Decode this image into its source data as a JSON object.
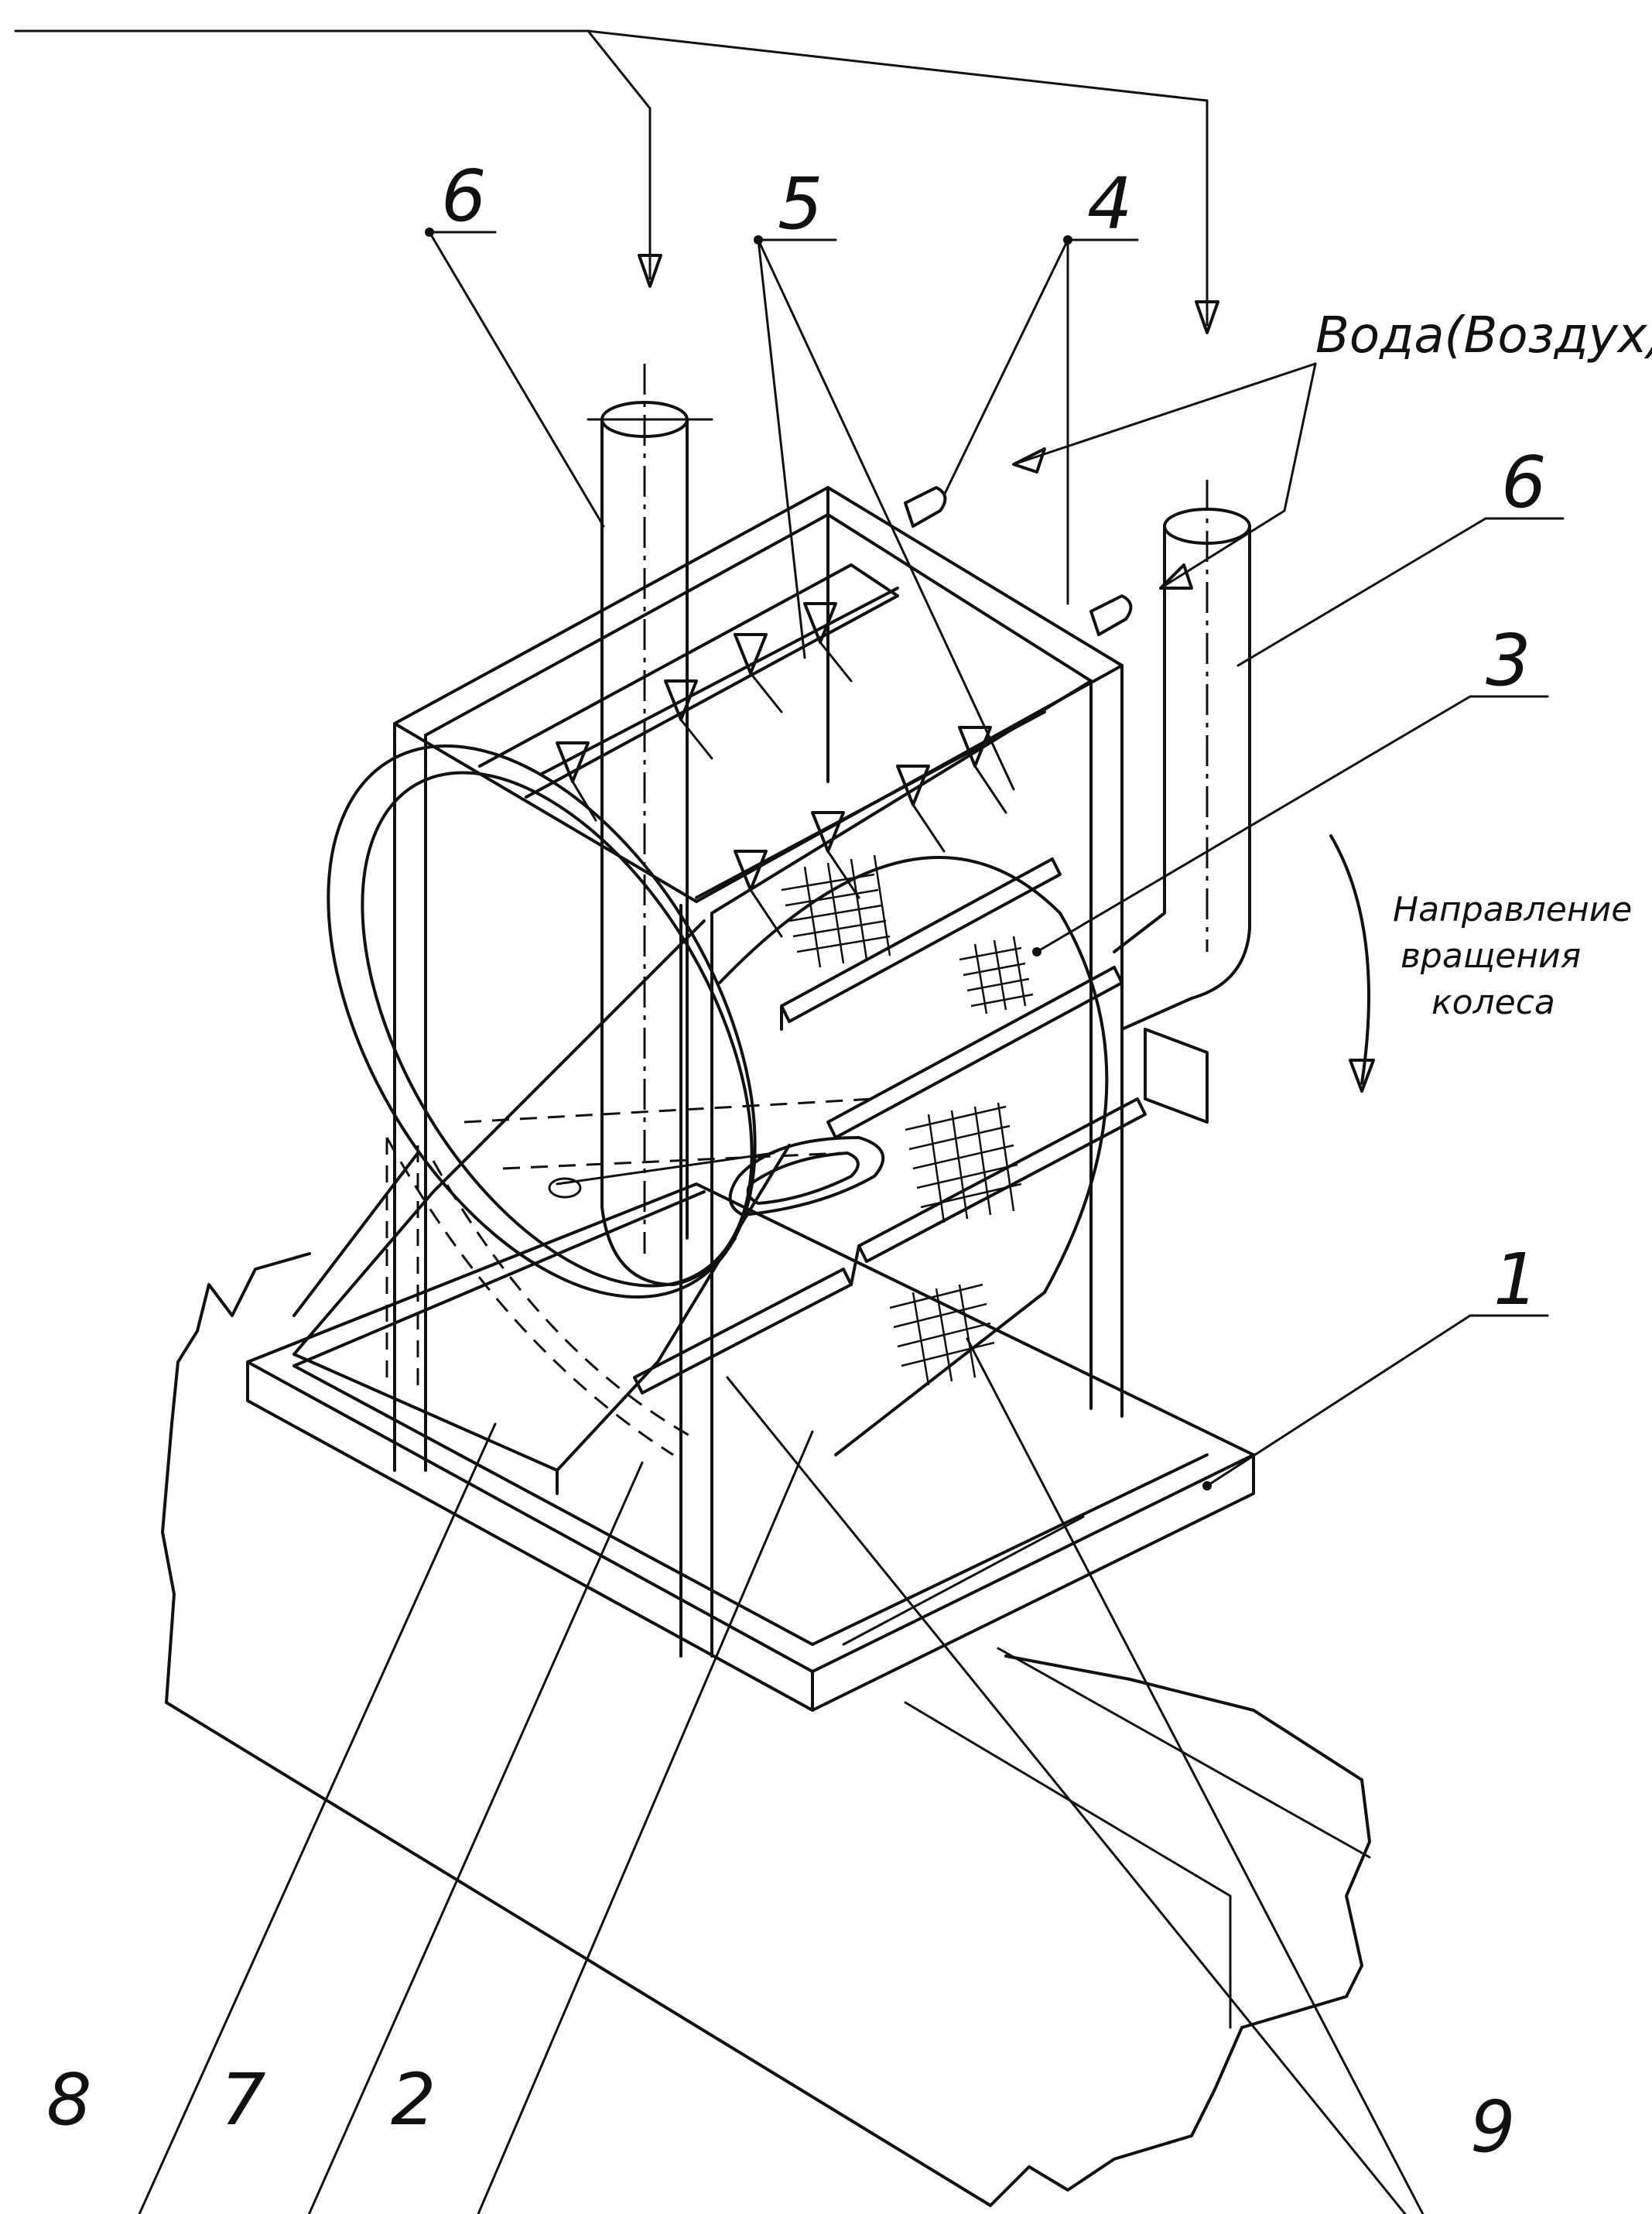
{
  "callouts": {
    "c1": "1",
    "c2": "2",
    "c3": "3",
    "c4": "4",
    "c5": "5",
    "c6a": "6",
    "c6b": "6",
    "c7": "7",
    "c8": "8",
    "c9": "9"
  },
  "annotations": {
    "medium": "Вода(Воздух)",
    "rotation_line1": "Направление",
    "rotation_line2": "вращения",
    "rotation_line3": "колеса"
  }
}
